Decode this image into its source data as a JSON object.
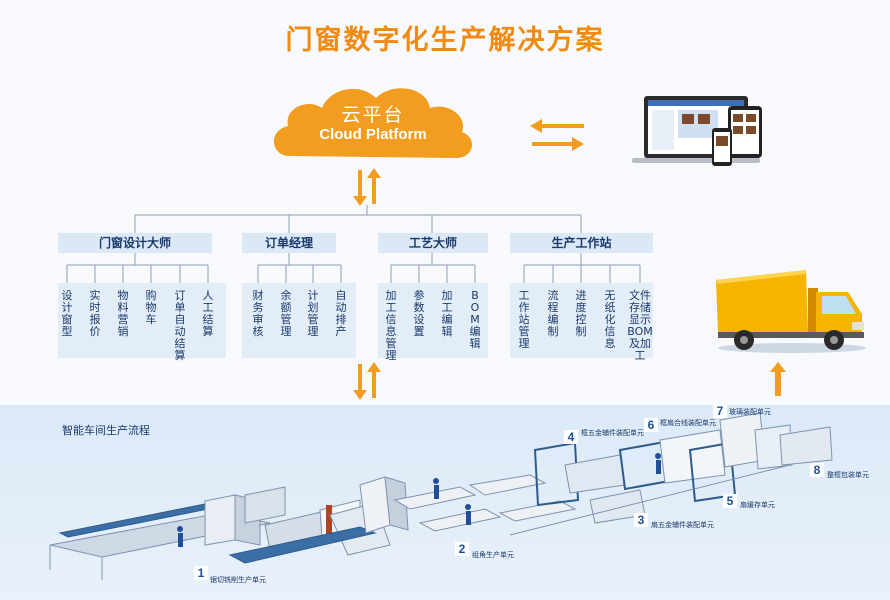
{
  "title": "门窗数字化生产解决方案",
  "cloud": {
    "zh": "云平台",
    "en": "Cloud Platform"
  },
  "modules": [
    {
      "name": "门窗设计大师",
      "items": [
        "设计窗型",
        "实时报价",
        "物料营销",
        "购物车",
        "订单自动结算",
        "人工结算"
      ]
    },
    {
      "name": "订单经理",
      "items": [
        "财务审核",
        "余额管理",
        "计划管理",
        "自动排产"
      ]
    },
    {
      "name": "工艺大师",
      "items": [
        "加工信息管理",
        "参数设置",
        "加工编辑",
        "BOM编辑"
      ]
    },
    {
      "name": "生产工作站",
      "items": [
        "工作站管理",
        "流程编制",
        "进度控制",
        "无纸化信息",
        "文件存储显示BOM及加工"
      ]
    }
  ],
  "workshop": {
    "title": "智能车间生产流程",
    "units": [
      {
        "num": "1",
        "label": "锯切铣削生产单元"
      },
      {
        "num": "2",
        "label": "组角生产单元"
      },
      {
        "num": "3",
        "label": "扇五金辅件装配单元"
      },
      {
        "num": "4",
        "label": "框五金辅件装配单元"
      },
      {
        "num": "5",
        "label": "扇缓存单元"
      },
      {
        "num": "6",
        "label": "框扇合线装配单元"
      },
      {
        "num": "7",
        "label": "玻璃装配单元"
      },
      {
        "num": "8",
        "label": "整框包装单元"
      }
    ]
  },
  "colors": {
    "accent": "#ef8a12",
    "navy": "#1a3a6b",
    "panel": "#dbe8f6"
  }
}
